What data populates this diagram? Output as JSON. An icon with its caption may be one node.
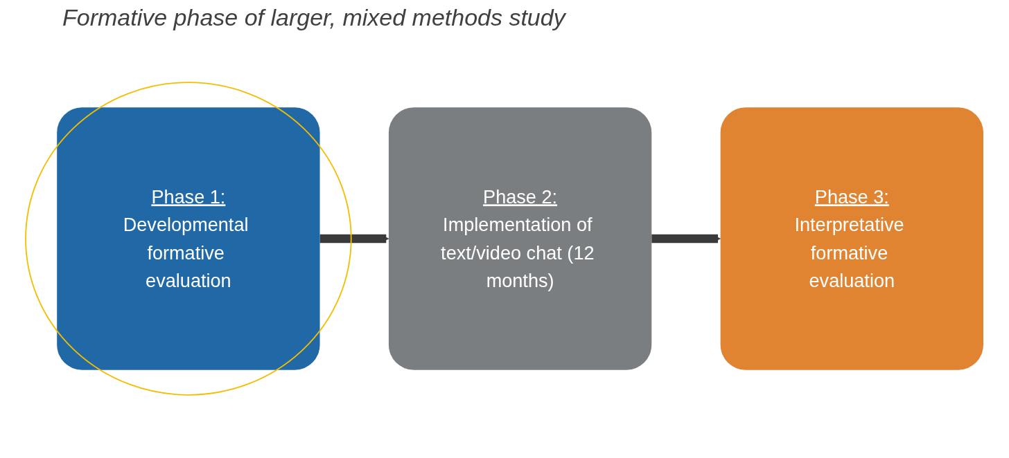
{
  "diagram": {
    "title": "Formative phase of larger, mixed methods study",
    "nodes": [
      {
        "text": [
          "Phase 1:",
          "Developmental formative evaluation"
        ]
      },
      {
        "text": [
          "Phase 2:",
          "Implementation of text/video chat (12 months)"
        ]
      },
      {
        "text": [
          "Phase 3:",
          "Interpretative formative evaluation"
        ]
      }
    ],
    "edges": [
      {
        "from": 0,
        "to": 1,
        "arrow": "to"
      },
      {
        "from": 1,
        "to": 2,
        "arrow": "to"
      }
    ]
  }
}
